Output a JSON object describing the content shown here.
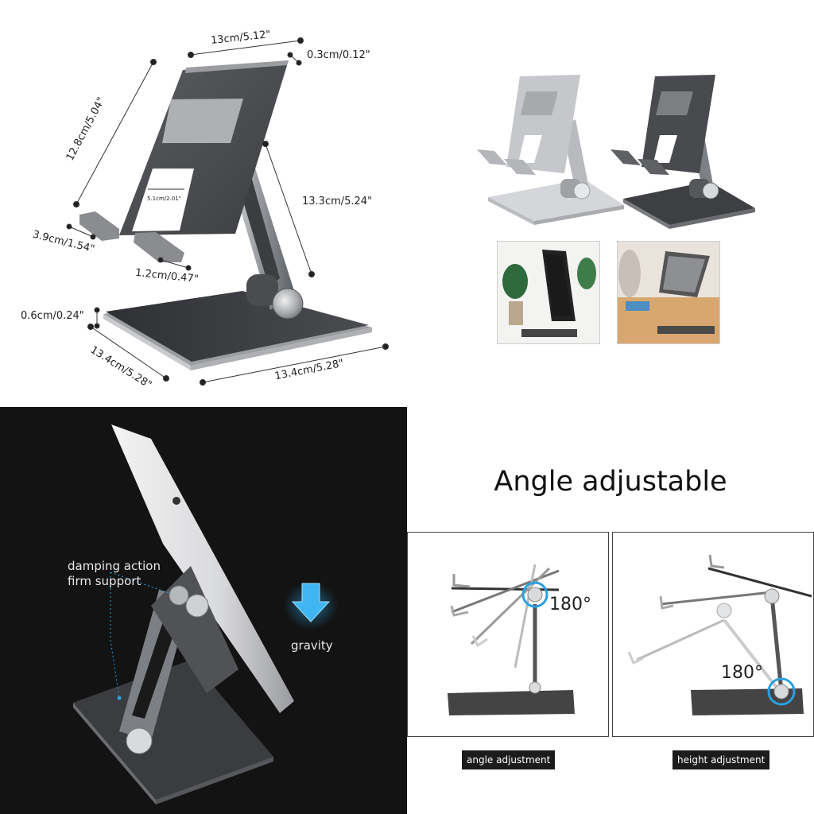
{
  "dimensions": {
    "width_top": "13cm/5.12\"",
    "thickness_top": "0.3cm/0.12\"",
    "height_plate": "12.8cm/5.04\"",
    "hole_width": "5.1cm/2.01\"",
    "arm_length": "13.3cm/5.24\"",
    "hook_depth": "3.9cm/1.54\"",
    "hook_width": "1.2cm/0.47\"",
    "base_thickness": "0.6cm/0.24\"",
    "base_depth": "13.4cm/5.28\"",
    "base_width": "13.4cm/5.28\""
  },
  "features": {
    "damping_line1": "damping action",
    "damping_line2": "firm support",
    "gravity": "gravity"
  },
  "angle": {
    "title": "Angle adjustable",
    "degree_left": "180°",
    "degree_right": "180°",
    "label_left": "angle adjustment",
    "label_right": "height adjustment"
  },
  "colors": {
    "silver": "#bfc1c4",
    "space_gray": "#4a4c50",
    "accent_blue": "#2aa0e0",
    "dark_bg": "#131313"
  }
}
